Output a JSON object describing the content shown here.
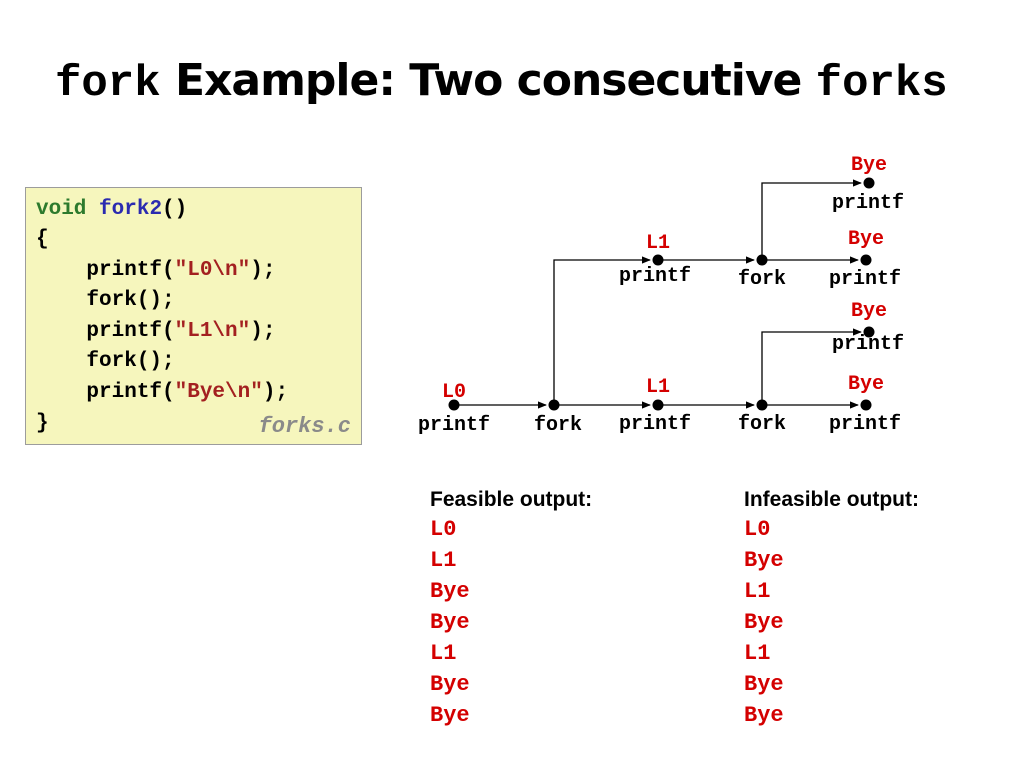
{
  "title": {
    "part1": "fork",
    "part2": " Example: Two consecutive ",
    "part3": "forks"
  },
  "code": {
    "l1_kw": "void",
    "l1_fn": "fork2",
    "l1_paren": "()",
    "l2": "{",
    "l3_pre": "    printf(",
    "l3_str": "\"L0\\n\"",
    "l3_post": ");",
    "l4": "    fork();",
    "l5_pre": "    printf(",
    "l5_str": "\"L1\\n\"",
    "l5_post": ");",
    "l6": "    fork();",
    "l7_pre": "    printf(",
    "l7_str": "\"Bye\\n\"",
    "l7_post": ");",
    "l8": "}",
    "filename": "forks.c"
  },
  "graph": {
    "colors": {
      "line": "#000000",
      "output": "#d40000"
    },
    "labels": {
      "printf": "printf",
      "fork": "fork",
      "L0": "L0",
      "L1": "L1",
      "Bye": "Bye"
    }
  },
  "feasible": {
    "header": "Feasible output:",
    "lines": [
      "L0",
      "L1",
      "Bye",
      "Bye",
      "L1",
      "Bye",
      "Bye"
    ]
  },
  "infeasible": {
    "header": "Infeasible output:",
    "lines": [
      "L0",
      "Bye",
      "L1",
      "Bye",
      "L1",
      "Bye",
      "Bye"
    ]
  }
}
